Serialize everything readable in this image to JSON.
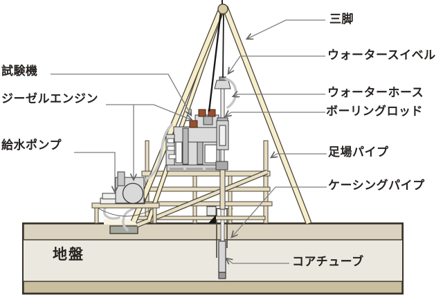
{
  "diagram": {
    "description": "Boring machine / standard penetration test site cross-section",
    "labels": {
      "tripod": "三脚",
      "water_swivel": "ウォータースイベル",
      "water_hose": "ウォーターホース",
      "boring_rod": "ボーリングロッド",
      "scaffold_pipe": "足場パイプ",
      "casing_pipe": "ケーシングパイプ",
      "core_tube": "コアチューブ",
      "test_machine": "試験機",
      "diesel_engine": "ジーゼルエンジン",
      "water_pump": "給水ポンプ",
      "ground": "地盤"
    },
    "colors": {
      "wood_beige": "#f6eecb",
      "scaffold_beige": "#e7ddc1",
      "ground_top": "#dbd2c0",
      "ground_middle": "#ebe8e0",
      "ground_bottom": "#c9be9d",
      "machine_gray": "#dcdcdc",
      "engine_red": "#9c4e2c",
      "hose_gray": "#c6c6c6",
      "outline": "#3c372e",
      "leader_gray": "#7d7d7d",
      "text": "#262220"
    }
  }
}
